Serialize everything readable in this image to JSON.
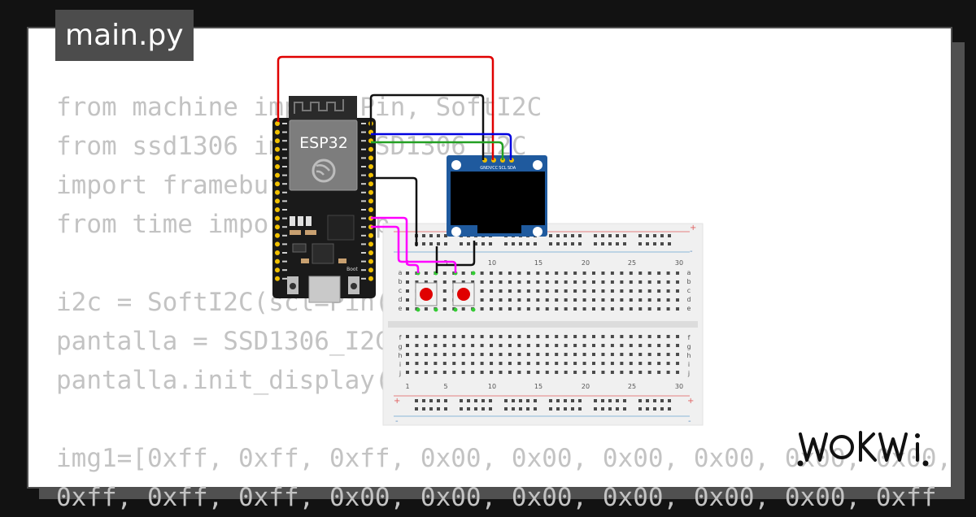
{
  "file_tab": {
    "label": "main.py"
  },
  "code_lines": [
    "from machine import Pin, SoftI2C",
    "from ssd1306 import SSD1306_I2C",
    "import framebuf",
    "from time import sleep",
    "",
    "i2c = SoftI2C(scl=Pin(22), sda=Pin(21))",
    "pantalla = SSD1306_I2C(128, 64, i2c)",
    "pantalla.init_display()",
    "",
    "img1=[0xff, 0xff, 0xff, 0x00, 0x00, 0x00, 0x00, 0x00, 0x00,",
    "0xff, 0xff, 0xff, 0x00, 0x00, 0x00, 0x00, 0x00, 0x00, 0xff"
  ],
  "esp32": {
    "label": "ESP32",
    "boot_label": "Boot"
  },
  "oled": {
    "pins": [
      "GND",
      "VCC",
      "SCL",
      "SDA"
    ]
  },
  "breadboard": {
    "columns": [
      "1",
      "5",
      "10",
      "15",
      "20",
      "25",
      "30"
    ],
    "rows_top": [
      "a",
      "b",
      "c",
      "d",
      "e"
    ],
    "rows_bottom": [
      "f",
      "g",
      "h",
      "i",
      "j"
    ],
    "rail_plus": "+",
    "rail_minus": "-"
  },
  "wires": {
    "vcc": "#e00000",
    "gnd": "#111111",
    "scl": "#0000e0",
    "sda": "#22a022",
    "buttons": "#ff00ff"
  },
  "buttons": {
    "cap_color": "#e00000"
  },
  "brand": {
    "logo_text": "WOKWI",
    "accent": "#4c4c4c"
  }
}
